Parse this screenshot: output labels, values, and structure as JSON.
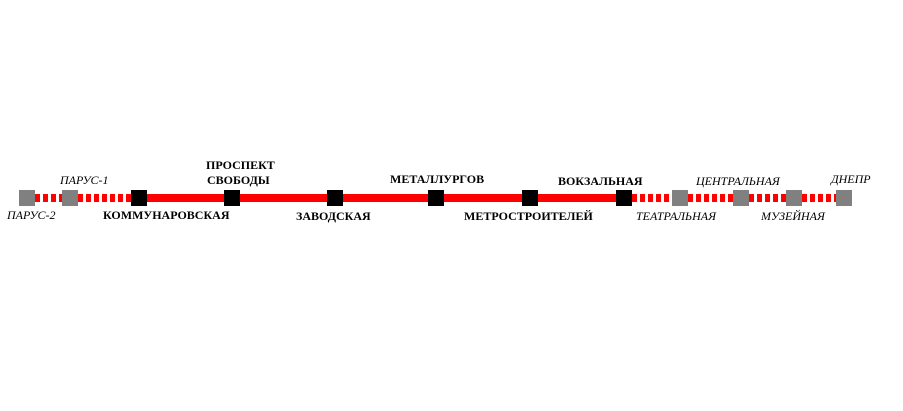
{
  "diagram": {
    "type": "metro-line-schematic",
    "line_color": "#ff0000",
    "open_station_color": "#000000",
    "planned_station_color": "#808080",
    "stations": [
      {
        "name": "ПАРУС-2",
        "status": "planned",
        "label_position": "below"
      },
      {
        "name": "ПАРУС-1",
        "status": "planned",
        "label_position": "above"
      },
      {
        "name": "КОММУНАРОВСКАЯ",
        "status": "open",
        "label_position": "below"
      },
      {
        "name": "ПРОСПЕКТ СВОБОДЫ",
        "line1": "ПРОСПЕКТ",
        "line2": "СВОБОДЫ",
        "status": "open",
        "label_position": "above"
      },
      {
        "name": "ЗАВОДСКАЯ",
        "status": "open",
        "label_position": "below"
      },
      {
        "name": "МЕТАЛЛУРГОВ",
        "status": "open",
        "label_position": "above"
      },
      {
        "name": "МЕТРОСТРОИТЕЛЕЙ",
        "status": "open",
        "label_position": "below"
      },
      {
        "name": "ВОКЗАЛЬНАЯ",
        "status": "open",
        "label_position": "above"
      },
      {
        "name": "ТЕАТРАЛЬНАЯ",
        "status": "planned",
        "label_position": "below"
      },
      {
        "name": "ЦЕНТРАЛЬНАЯ",
        "status": "planned",
        "label_position": "above"
      },
      {
        "name": "МУЗЕЙНАЯ",
        "status": "planned",
        "label_position": "below"
      },
      {
        "name": "ДНЕПР",
        "status": "planned",
        "label_position": "above"
      }
    ],
    "segments": [
      {
        "from": "ПАРУС-2",
        "to": "ПАРУС-1",
        "style": "dashed"
      },
      {
        "from": "ПАРУС-1",
        "to": "КОММУНАРОВСКАЯ",
        "style": "dashed"
      },
      {
        "from": "КОММУНАРОВСКАЯ",
        "to": "ВОКЗАЛЬНАЯ",
        "style": "solid"
      },
      {
        "from": "ВОКЗАЛЬНАЯ",
        "to": "ТЕАТРАЛЬНАЯ",
        "style": "dashed"
      },
      {
        "from": "ТЕАТРАЛЬНАЯ",
        "to": "ЦЕНТРАЛЬНАЯ",
        "style": "dashed"
      },
      {
        "from": "ЦЕНТРАЛЬНАЯ",
        "to": "МУЗЕЙНАЯ",
        "style": "dashed"
      },
      {
        "from": "МУЗЕЙНАЯ",
        "to": "ДНЕПР",
        "style": "dashed"
      }
    ]
  }
}
